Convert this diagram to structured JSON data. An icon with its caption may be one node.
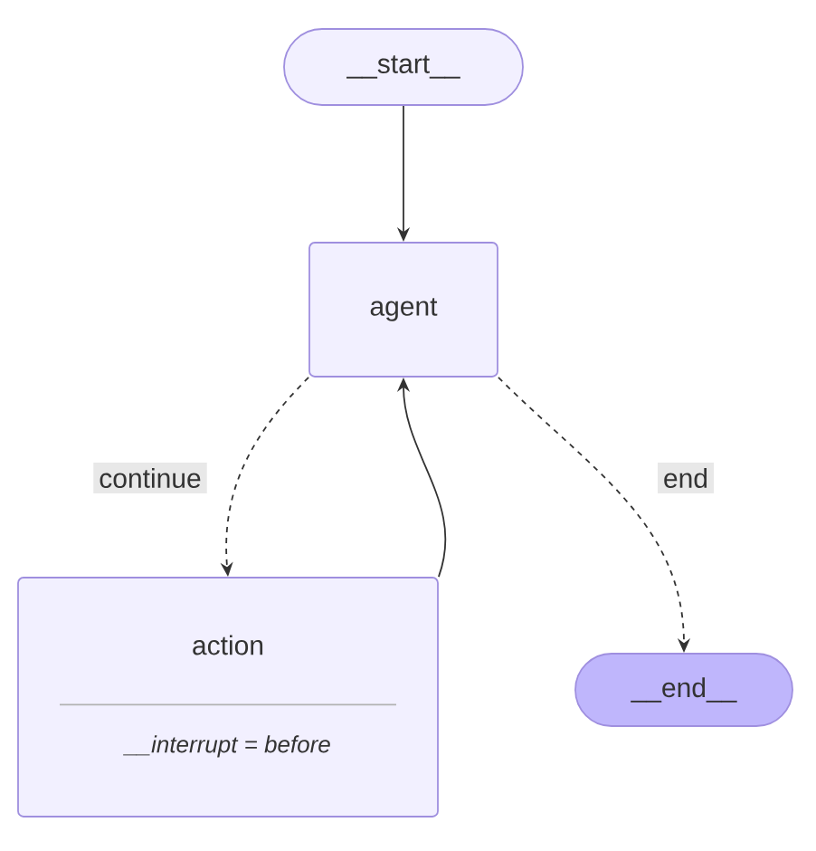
{
  "diagram": {
    "nodes": [
      {
        "text": [
          "__start__"
        ]
      },
      {
        "text": [
          "agent"
        ]
      },
      {
        "text": [
          "action",
          "__interrupt = before"
        ]
      },
      {
        "text": [
          "__end__"
        ]
      }
    ],
    "edges": [
      {
        "from": 0,
        "to": 1,
        "arrow": "to"
      },
      {
        "from": 1,
        "to": 2,
        "arrow": "to",
        "label": "continue",
        "style": "dashed"
      },
      {
        "from": 2,
        "to": 1,
        "arrow": "to"
      },
      {
        "from": 1,
        "to": 3,
        "arrow": "to",
        "label": "end",
        "style": "dashed"
      }
    ]
  }
}
